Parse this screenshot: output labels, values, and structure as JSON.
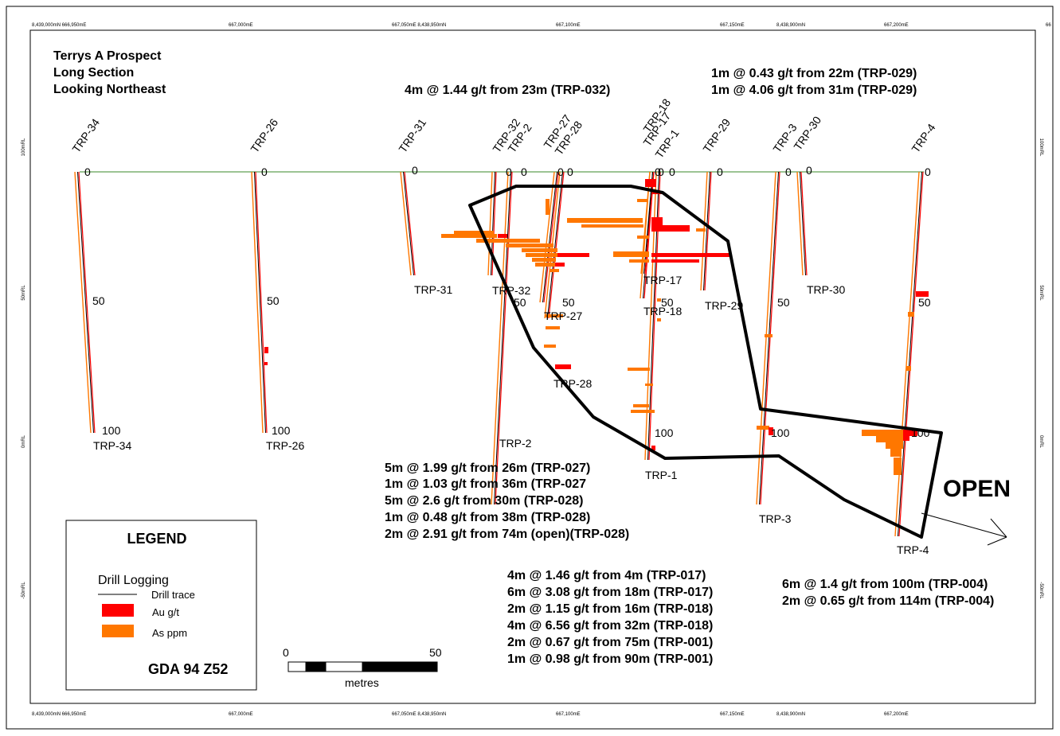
{
  "title": {
    "line1": "Terrys  A Prospect",
    "line2": "Long Section",
    "line3": "Looking Northeast"
  },
  "colors": {
    "au": "#ff0000",
    "as": "#ff7700",
    "trace": "#000000",
    "surface": "#3a8a2a",
    "outline": "#000000"
  },
  "grid_labels": {
    "top": [
      {
        "t": "8,439,000mN 666,950mE"
      },
      {
        "t": "667,000mE"
      },
      {
        "t": "667,050mE 8,438,950mN"
      },
      {
        "t": "667,100mE"
      },
      {
        "t": "667,150mE"
      },
      {
        "t": "8,438,900mN"
      },
      {
        "t": "667,200mE"
      },
      {
        "t": "66"
      }
    ],
    "bottom": [
      {
        "t": "8,439,000mN 666,950mE"
      },
      {
        "t": "667,000mE"
      },
      {
        "t": "667,050mE 8,438,950mN"
      },
      {
        "t": "667,100mE"
      },
      {
        "t": "667,150mE"
      },
      {
        "t": "8,438,900mN"
      },
      {
        "t": "667,200mE"
      }
    ],
    "side": [
      {
        "t": "100mRL"
      },
      {
        "t": "50mRL"
      },
      {
        "t": "0mRL"
      },
      {
        "t": "-50mRL"
      }
    ]
  },
  "holes": [
    {
      "id": "TRP-34",
      "top_label": "TRP-34",
      "bottom_label": "TRP-34",
      "d0": "0",
      "d50": "50",
      "d100": "100"
    },
    {
      "id": "TRP-26",
      "top_label": "TRP-26",
      "bottom_label": "TRP-26",
      "d0": "0",
      "d50": "50",
      "d100": "100"
    },
    {
      "id": "TRP-31",
      "top_label": "TRP-31",
      "bottom_label": "TRP-31",
      "d0": "0"
    },
    {
      "id": "TRP-32",
      "top_label": "TRP-32",
      "bottom_label": "TRP-32",
      "d0": "0"
    },
    {
      "id": "TRP-2",
      "top_label": "TRP-2",
      "bottom_label": "TRP-2",
      "d0": "0",
      "d50": "50"
    },
    {
      "id": "TRP-27",
      "top_label": "TRP-27",
      "bottom_label": "TRP-27",
      "d0": "0"
    },
    {
      "id": "TRP-28",
      "top_label": "TRP-28",
      "bottom_label": "TRP-28",
      "d0": "0",
      "d50": "50"
    },
    {
      "id": "TRP-18",
      "top_label": "TRP-18",
      "bottom_label": "TRP-18",
      "d0": "0",
      "d50": "50"
    },
    {
      "id": "TRP-17",
      "top_label": "TRP-17",
      "bottom_label": "TRP-17",
      "d0": "0"
    },
    {
      "id": "TRP-1",
      "top_label": "TRP-1",
      "bottom_label": "TRP-1",
      "d0": "0",
      "d100": "100"
    },
    {
      "id": "TRP-29",
      "top_label": "TRP-29",
      "bottom_label": "TRP-29",
      "d0": "0"
    },
    {
      "id": "TRP-3",
      "top_label": "TRP-3",
      "bottom_label": "TRP-3",
      "d0": "0",
      "d50": "50",
      "d100": "100"
    },
    {
      "id": "TRP-30",
      "top_label": "TRP-30",
      "bottom_label": "TRP-30",
      "d0": "0"
    },
    {
      "id": "TRP-4",
      "top_label": "TRP-4",
      "bottom_label": "TRP-4",
      "d0": "0",
      "d50": "50",
      "d100": "100"
    }
  ],
  "annotations": {
    "trp032": "4m @ 1.44 g/t from 23m (TRP-032)",
    "trp029": [
      "1m @ 0.43 g/t from 22m (TRP-029)",
      "1m @ 4.06 g/t from 31m (TRP-029)"
    ],
    "trp027_028": [
      "5m @ 1.99 g/t from 26m (TRP-027)",
      "1m @ 1.03 g/t from 36m (TRP-027",
      "5m @ 2.6 g/t from 30m (TRP-028)",
      "1m @ 0.48 g/t from 38m (TRP-028)",
      "2m @ 2.91 g/t from 74m (open)(TRP-028)"
    ],
    "trp017_018_001": [
      "4m @ 1.46 g/t from 4m (TRP-017)",
      "6m @ 3.08 g/t from 18m (TRP-017)",
      "2m @ 1.15 g/t from 16m (TRP-018)",
      "4m @ 6.56 g/t from 32m (TRP-018)",
      "2m @ 0.67 g/t from 75m (TRP-001)",
      "1m @ 0.98 g/t from 90m (TRP-001)"
    ],
    "trp004": [
      "6m @ 1.4 g/t from 100m (TRP-004)",
      "2m @ 0.65 g/t from 114m (TRP-004)"
    ],
    "open": "OPEN"
  },
  "legend": {
    "title": "LEGEND",
    "section": "Drill Logging",
    "trace": "Drill trace",
    "au": "Au g/t",
    "as": "As ppm",
    "datum": "GDA 94 Z52"
  },
  "scale_bar": {
    "min": "0",
    "max": "50",
    "unit": "metres"
  }
}
